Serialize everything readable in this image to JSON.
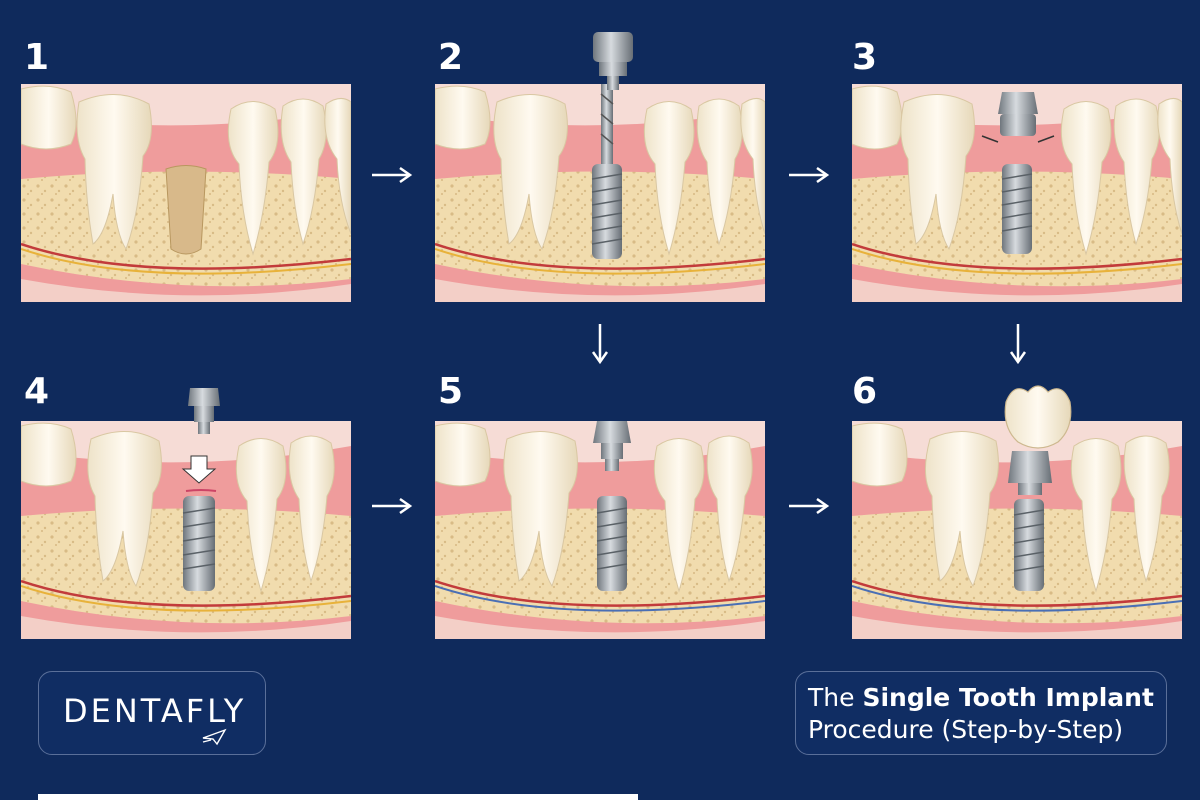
{
  "steps": [
    {
      "number": "1",
      "stage": "missing-tooth"
    },
    {
      "number": "2",
      "stage": "drilling-implant"
    },
    {
      "number": "3",
      "stage": "healing-cap"
    },
    {
      "number": "4",
      "stage": "abutment-placement"
    },
    {
      "number": "5",
      "stage": "abutment-attached"
    },
    {
      "number": "6",
      "stage": "crown-placement"
    }
  ],
  "brand": {
    "name": "DENTAFLY",
    "logo_icon": "plane-icon"
  },
  "title": {
    "prefix": "The ",
    "emphasis": "Single Tooth Implant",
    "line2": "Procedure (Step-by-Step)"
  },
  "colors": {
    "background": "#0f2a5c",
    "gum": "#ef9c9c",
    "bone": "#f1dcae",
    "tooth": "#fbf4e4",
    "metal": "#9aa1a8",
    "nerve_red": "#c23b3b",
    "nerve_yellow": "#e8b23a"
  },
  "icons": {
    "flow_arrow": "arrow-right-icon",
    "down_arrow": "arrow-down-icon"
  }
}
